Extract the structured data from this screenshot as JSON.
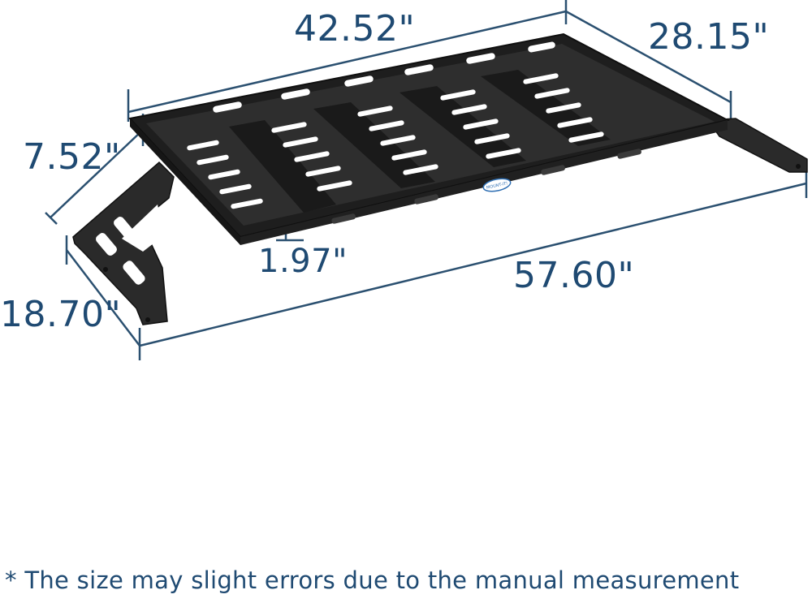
{
  "dimensions": {
    "top_length": "42.52\"",
    "side_depth": "28.15\"",
    "left_depth": "7.52\"",
    "frame_height": "1.97\"",
    "overall_width": "57.60\"",
    "bracket_height": "18.70\""
  },
  "product_logo_text": "MOUNT-IT!",
  "footnote": "* The size may slight errors due to the manual measurement",
  "colors": {
    "dimension_text": "#1f4a72",
    "dimension_line": "#2b5070",
    "shelf_body": "#2c2c2c",
    "shelf_edge": "#1a1a1a",
    "slot": "#ffffff",
    "logo_badge": "#2f6fb3"
  }
}
